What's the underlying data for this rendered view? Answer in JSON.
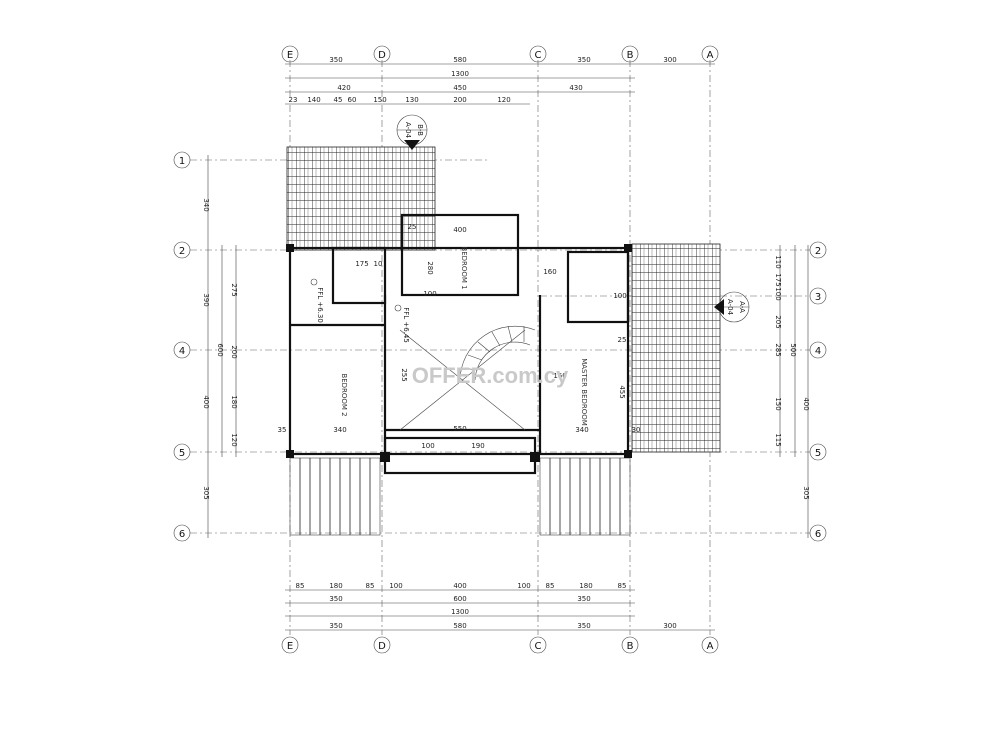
{
  "axes": {
    "columns": [
      "E",
      "D",
      "C",
      "B",
      "A"
    ],
    "rows": [
      "1",
      "2",
      "3",
      "4",
      "5",
      "6"
    ]
  },
  "top_dims": {
    "row1": [
      "350",
      "580",
      "350",
      "300"
    ],
    "row2": [
      "1300"
    ],
    "row3": [
      "420",
      "450",
      "430"
    ],
    "row4": [
      "23",
      "140",
      "45",
      "60",
      "150",
      "130",
      "200",
      "120"
    ]
  },
  "bottom_dims": {
    "row1": [
      "85",
      "180",
      "85",
      "100",
      "400",
      "100",
      "85",
      "180",
      "85"
    ],
    "row2": [
      "350",
      "600",
      "350"
    ],
    "row3": [
      "1300"
    ],
    "row4": [
      "350",
      "580",
      "350",
      "300"
    ]
  },
  "left_dims": [
    "340",
    "390",
    "275",
    "600",
    "200",
    "400",
    "180",
    "120",
    "305"
  ],
  "right_dims": [
    "110",
    "175",
    "100",
    "205",
    "500",
    "285",
    "400",
    "150",
    "115",
    "305"
  ],
  "rooms": {
    "bedroom1": "BEDROOM 1",
    "bedroom2": "BEDROOM 2",
    "master": "MASTER BEDROOM"
  },
  "interior_dims": [
    "400",
    "175",
    "160",
    "280",
    "100",
    "10",
    "100",
    "25",
    "25",
    "255",
    "160",
    "550",
    "340",
    "340",
    "455",
    "100",
    "190",
    "35",
    "30"
  ],
  "levels": [
    "FFL +6.30",
    "FFL +6.45"
  ],
  "sections": {
    "bb": "B-B",
    "bb_sheet": "A-04",
    "aa": "A-A",
    "aa_sheet": "A-04"
  },
  "watermark": "OFFER.com.cy"
}
